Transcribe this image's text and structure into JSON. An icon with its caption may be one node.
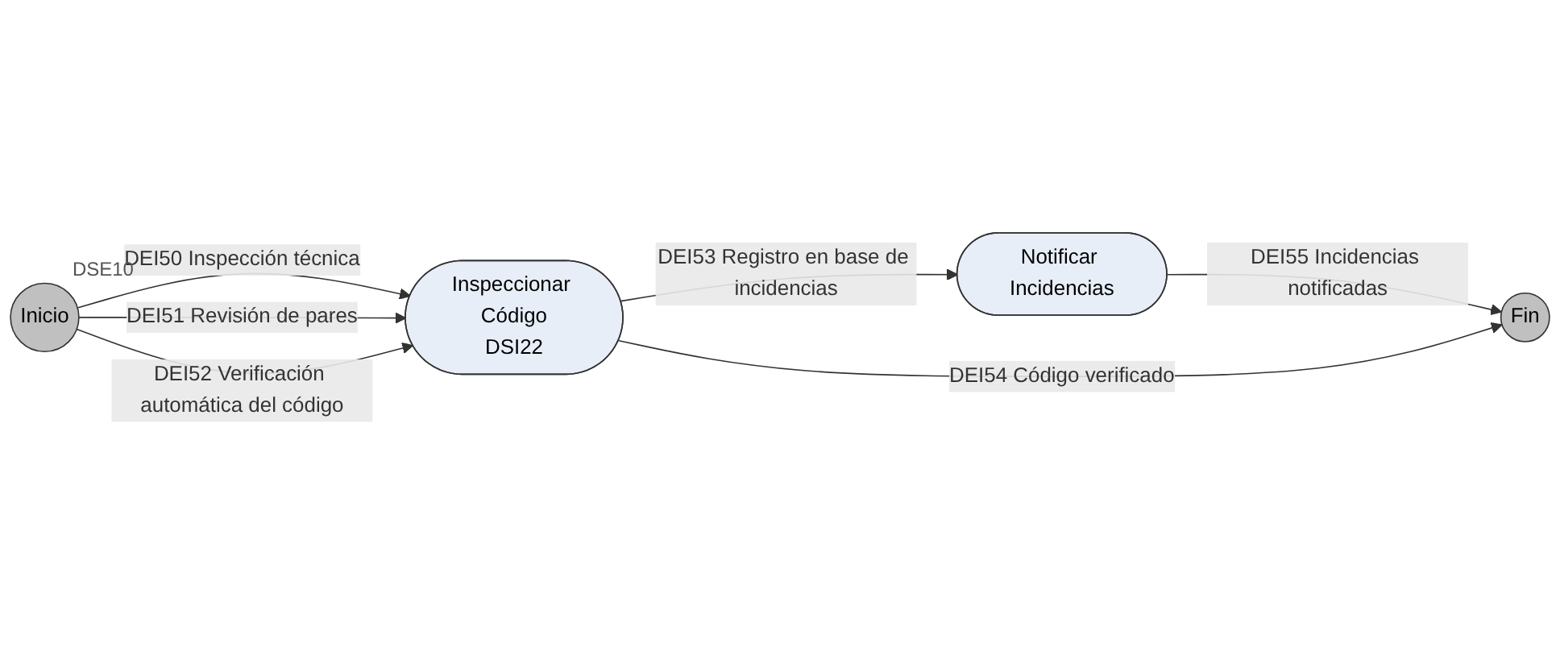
{
  "diagram": {
    "nodes": [
      {
        "text": [
          "Inicio"
        ],
        "beside": [
          "DSE10"
        ]
      },
      {
        "text": [
          "Inspeccionar Código",
          "DSI22"
        ]
      },
      {
        "text": [
          "Notificar Incidencias"
        ]
      },
      {
        "text": [
          "Fin"
        ]
      }
    ],
    "edges": [
      {
        "from": 0,
        "to": 1,
        "arrow": "to",
        "label": "DEI50 Inspección técnica"
      },
      {
        "from": 0,
        "to": 1,
        "arrow": "to",
        "label": "DEI51 Revisión de pares"
      },
      {
        "from": 0,
        "to": 1,
        "arrow": "to",
        "label": "DEI52 Verificación automática del código"
      },
      {
        "from": 1,
        "to": 2,
        "arrow": "to",
        "label": "DEI53 Registro en base de incidencias"
      },
      {
        "from": 2,
        "to": 3,
        "arrow": "to",
        "label": "DEI55 Incidencias notificadas"
      },
      {
        "from": 1,
        "to": 3,
        "arrow": "to",
        "label": "DEI54 Código verificado"
      }
    ]
  }
}
